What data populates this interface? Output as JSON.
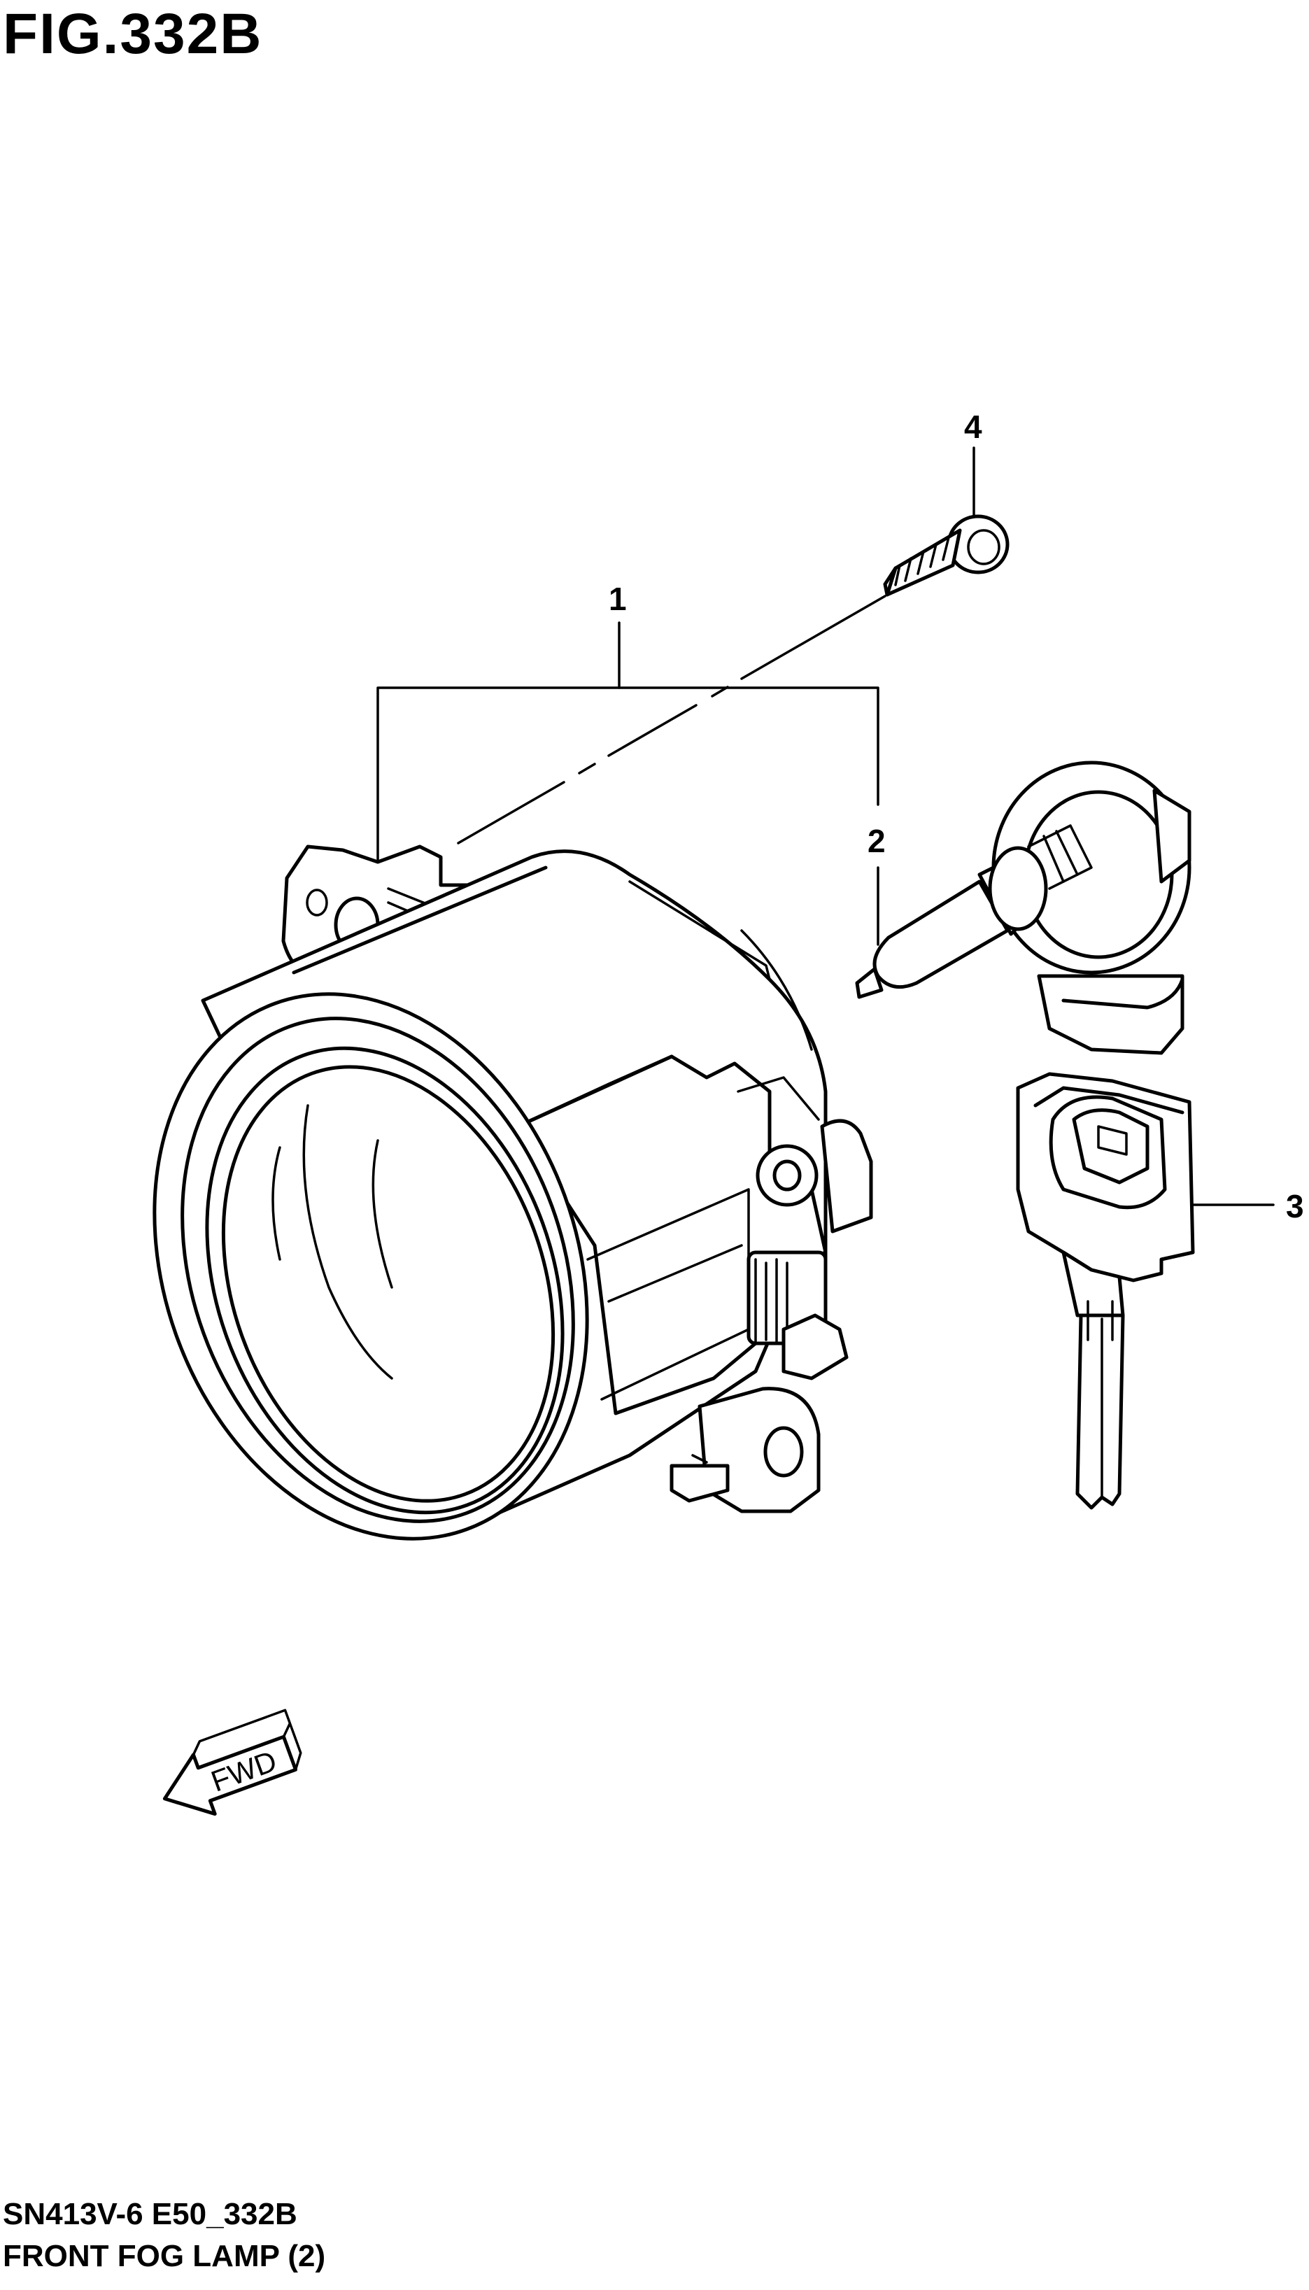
{
  "figure": {
    "title": "FIG.332B",
    "model_code": "SN413V-6 E50_332B",
    "name": "FRONT FOG LAMP (2)"
  },
  "callouts": [
    {
      "number": "1",
      "part": "fog-lamp-assembly"
    },
    {
      "number": "2",
      "part": "bulb"
    },
    {
      "number": "3",
      "part": "socket-connector"
    },
    {
      "number": "4",
      "part": "screw"
    }
  ],
  "direction_arrow": {
    "label": "FWD"
  }
}
